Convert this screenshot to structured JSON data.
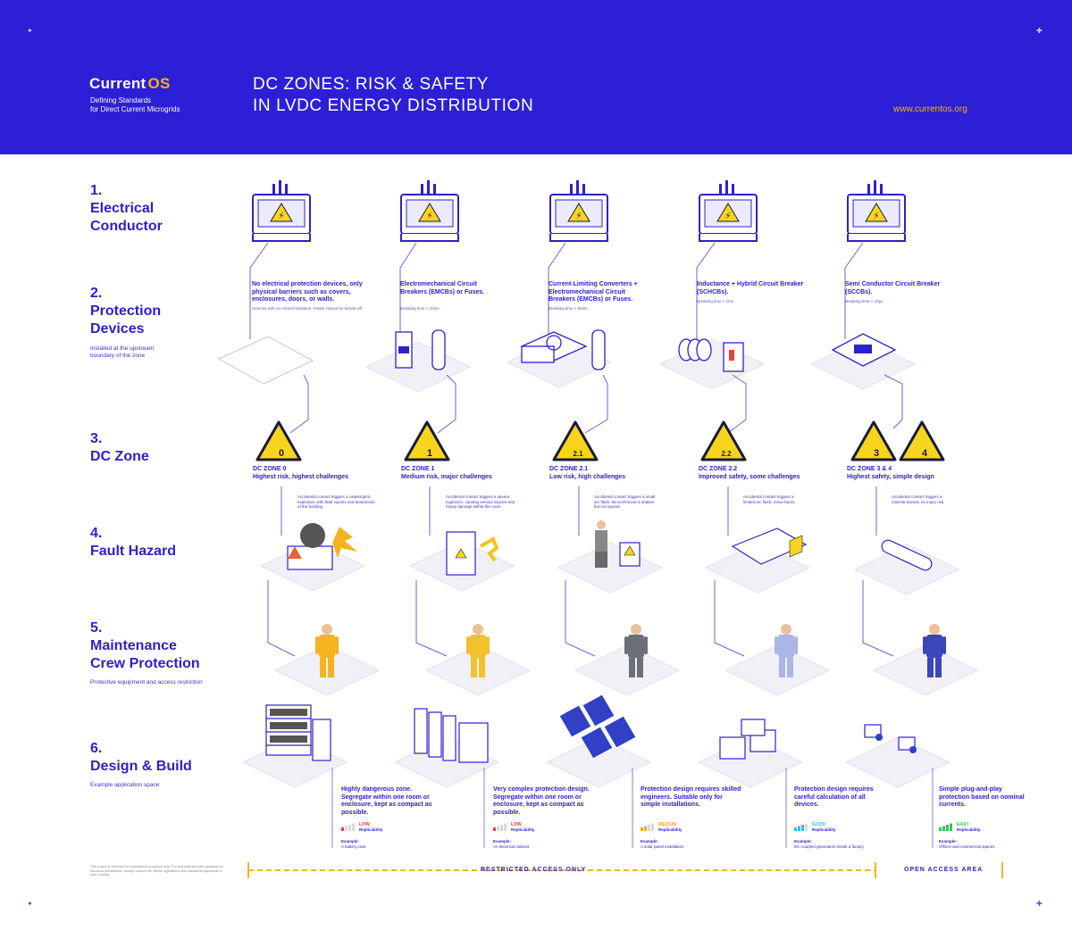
{
  "header": {
    "logo_text": "Current",
    "logo_accent": "OS",
    "tagline_1": "Defining Standards",
    "tagline_2": "for Direct Current Microgrids",
    "title_line_1": "DC ZONES: RISK & SAFETY",
    "title_line_2": "IN LVDC ENERGY DISTRIBUTION",
    "url": "www.currentos.org"
  },
  "rows": [
    {
      "number": "1.",
      "title_1": "Electrical",
      "title_2": "Conductor",
      "sub": ""
    },
    {
      "number": "2.",
      "title_1": "Protection",
      "title_2": "Devices",
      "sub_1": "Installed at the upstream",
      "sub_2": "boundary of the zone"
    },
    {
      "number": "3.",
      "title_1": "DC Zone",
      "title_2": "",
      "sub": ""
    },
    {
      "number": "4.",
      "title_1": "Fault Hazard",
      "title_2": "",
      "sub": ""
    },
    {
      "number": "5.",
      "title_1": "Maintenance",
      "title_2": "Crew Protection",
      "sub_1": "Protective equipment and access restriction",
      "sub_2": ""
    },
    {
      "number": "6.",
      "title_1": "Design & Build",
      "title_2": "",
      "sub_1": "Example application space",
      "sub_2": ""
    }
  ],
  "columns": [
    {
      "protection": "No electrical protection devices, only physical barriers such as covers, enclosures, doors, or walls.",
      "protection_note": "Sources with no current limitation. Power cannot be turned off",
      "zone_number": "0",
      "zone_name": "DC ZONE 0",
      "zone_tagline": "Highest risk, highest challenges",
      "hazard": "Accidental contact triggers a catastrophic explosion, with fatal injuries and destruction of the building.",
      "design": "Highly dangerous zone. Segregate within one room or enclosure, kept as compact as possible.",
      "replicability": "LOW",
      "replicability_color": "#e8403a",
      "replicability_bars": 1,
      "example": "A battery rack"
    },
    {
      "protection": "Electromechanical Circuit Breakers (EMCBs) or Fuses.",
      "protection_note": "Breaking time > 10ms",
      "zone_number": "1",
      "zone_name": "DC ZONE 1",
      "zone_tagline": "Medium risk, major challenges",
      "hazard": "Accidental contact triggers a severe explosion, causing serious injuries and heavy damage within the room.",
      "design": "Very complex protection design. Segregate within one room or enclosure, kept as compact as possible.",
      "replicability": "LOW",
      "replicability_color": "#e8403a",
      "replicability_bars": 1,
      "example": "An electrical cabinet"
    },
    {
      "protection": "Current-Limiting Converters + Electromechanical Circuit Breakers (EMCBs) or Fuses.",
      "protection_note": "Breaking time > 50ms",
      "zone_number": "2.1",
      "zone_name": "DC ZONE 2.1",
      "zone_tagline": "Low risk, high challenges",
      "hazard": "Accidental contact triggers a small arc flash; the technician is shaken but not injured.",
      "design": "Protection design requires skilled engineers. Suitable only for simple installations.",
      "replicability": "MEDIUM",
      "replicability_color": "#f6a723",
      "replicability_bars": 2,
      "example": "A solar panel installation"
    },
    {
      "protection": "Inductance + Hybrid Circuit Breaker (SCHCBs).",
      "protection_note": "Breaking time < 1ms",
      "zone_number": "2.2",
      "zone_name": "DC ZONE 2.2",
      "zone_tagline": "Improved safety, some challenges",
      "hazard": "Accidental contact triggers a limited arc flash; minor burns.",
      "design": "Protection design requires careful calculation of all devices.",
      "replicability": "GOOD",
      "replicability_color": "#3cb6e8",
      "replicability_bars": 3,
      "example": "DC-coupled generators inside a factory"
    },
    {
      "protection": "Semi Conductor Circuit Breaker (SCCBs).",
      "protection_note": "Breaking time < 10μs",
      "zone_number": "3",
      "zone_number_b": "4",
      "zone_name": "DC ZONE 3 & 4",
      "zone_tagline": "Highest safety, simple design",
      "hazard": "Accidental contact triggers a minimal hazard, no injury risk.",
      "design": "Simple plug-and-play protection based on nominal currents.",
      "replicability": "EASY",
      "replicability_color": "#3cbf5a",
      "replicability_bars": 4,
      "example": "Offices and commercial spaces"
    }
  ],
  "replicability_label": "Replicability",
  "example_label": "Example:",
  "footer": {
    "disclaimer": "This poster is intended for educational purposes only. For accurate and safe guidance on electrical installations, always consult the official regulations and standards applicable in your country.",
    "restricted": "RESTRICTED ACCESS ONLY",
    "open": "OPEN ACCESS AREA"
  },
  "colors": {
    "brand_blue": "#2c1fd6",
    "accent_yellow": "#f6b21f",
    "warning_yellow": "#f7d51c"
  },
  "icons": [
    "monitor-device-icon",
    "warning-triangle-icon",
    "breaker-icon",
    "worker-icon",
    "battery-rack-icon",
    "solar-panel-icon"
  ]
}
